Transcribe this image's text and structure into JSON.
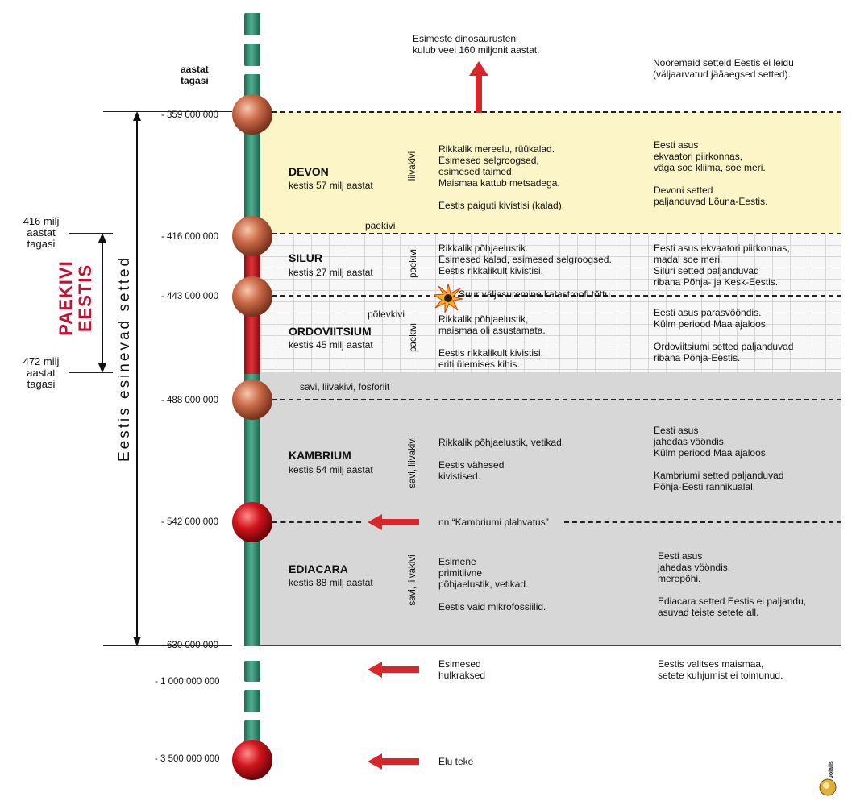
{
  "axis": {
    "header": "aastat\ntagasi",
    "ticks": [
      "- 359 000 000",
      "- 416 000 000",
      "- 443 000 000",
      "- 488 000 000",
      "- 542 000 000",
      "- 630 000 000",
      "- 1 000 000 000",
      "- 3 500 000 000"
    ]
  },
  "left": {
    "label_416": "416 milj\naastat\ntagasi",
    "label_472": "472 milj\naastat\ntagasi",
    "paekivi_eestis": "PAEKIVI\nEESTIS",
    "eestis_esinevad": "Eestis esinevad setted"
  },
  "top": {
    "dinosaur_note": "Esimeste dinosaurusteni\nkulub veel 160 miljonit aastat.",
    "younger_note": "Nooremaid setteid Eestis ei leidu\n(väljaarvatud jääaegsed setted)."
  },
  "eras": {
    "devon": {
      "name": "DEVON",
      "duration": "kestis 57 milj aastat",
      "rock": "liivakivi",
      "life": "Rikkalik mereelu, rüükalad.\nEsimesed selgroogsed,\nesimesed taimed.\nMaismaa kattub metsadega.\n\nEestis paiguti kivistisi (kalad).",
      "estonia": "Eesti asus\nekvaatori piirkonnas,\nväga soe kliima, soe meri.\n\nDevoni setted\npaljanduvad Lõuna-Eestis.",
      "bottom_rock": "paekivi"
    },
    "silur": {
      "name": "SILUR",
      "duration": "kestis 27 milj aastat",
      "rock": "paekivi",
      "life": "Rikkalik põhjaelustik.\nEsimesed kalad, esimesed selgroogsed.\nEestis rikkalikult kivistisi.",
      "estonia": "Eesti asus ekvaatori piirkonnas,\nmadal soe meri.\nSiluri setted paljanduvad\nribana Põhja- ja Kesk-Eestis.",
      "extinction": "Suur väljasuremine katastroofi tõttu."
    },
    "ordoviitsium": {
      "name": "ORDOVIITSIUM",
      "duration": "kestis 45 milj aastat",
      "rock": "paekivi",
      "extra_rock": "põlevkivi",
      "life": "Rikkalik põhjaelustik,\nmaismaa oli asustamata.\n\nEestis rikkalikult kivistisi,\neriti ülemises kihis.",
      "estonia": "Eesti asus parasvööndis.\nKülm periood Maa ajaloos.\n\nOrdoviitsiumi setted paljanduvad\nribana Põhja-Eestis.",
      "bottom_rock": "savi, liivakivi, fosforiit"
    },
    "kambrium": {
      "name": "KAMBRIUM",
      "duration": "kestis 54 milj aastat",
      "rock": "savi, liivakivi",
      "life": "Rikkalik põhjaelustik, vetikad.\n\nEestis vähesed\nkivistised.",
      "estonia": "Eesti asus\njahedas vööndis.\nKülm periood Maa ajaloos.\n\nKambriumi setted paljanduvad\nPõhja-Eesti rannikualal."
    },
    "ediacara": {
      "name": "EDIACARA",
      "duration": "kestis 88 milj aastat",
      "rock": "savi, liivakivi",
      "life": "Esimene\nprimitiivne\npõhjaelustik, vetikad.\n\nEestis vaid mikrofossiilid.",
      "estonia": "Eesti asus\njahedas vööndis,\nmerepõhi.\n\nEdiacara setted Eestis ei paljandu,\nasuvad teiste setete all."
    }
  },
  "events": {
    "cambrian_explosion": "nn “Kambriumi plahvatus”",
    "first_multicellular": "Esimesed\nhulkraksed",
    "multicellular_note": "Eestis valitses maismaa,\nsetete kuhjumist ei toimunud.",
    "life_origin": "Elu teke"
  },
  "logo": {
    "text": "Jolalis"
  },
  "colors": {
    "devon_bg": "#fcf5c7",
    "grey_bg": "#d7d7d7",
    "pillar_green": "#2e8b6e",
    "pillar_red": "#c0141b",
    "arrow_red": "#d9262b",
    "paekivi_red": "#c8102e"
  }
}
